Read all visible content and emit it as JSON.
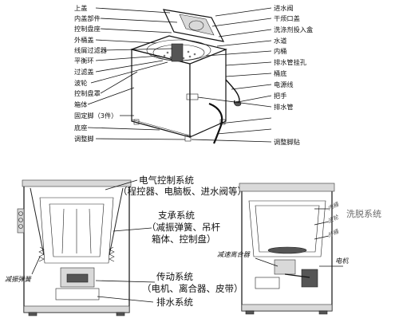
{
  "top_figure": {
    "left_labels": [
      "上盖",
      "内盖部件",
      "控制盘座",
      "外桶盖",
      "线屑过滤器",
      "平衡环",
      "过滤盖",
      "波轮",
      "控制盘罩",
      "箱体",
      "固定脚（3件）",
      "底座",
      "调整脚"
    ],
    "right_labels": [
      "进水阀",
      "干烦口盖",
      "洗涤剂投入盒",
      "水道",
      "内桶",
      "排水管挂孔",
      "桶底",
      "电源线",
      "把手",
      "排水管",
      "调整脚贴"
    ]
  },
  "bottom_left": {
    "electrical_title": "电气控制系统",
    "electrical_detail": "（程控器、电脑板、进水阀等）",
    "support_title": "支承系统",
    "support_detail_1": "（减振弹簧、吊杆",
    "support_detail_2": "箱体、控制盘）",
    "spring_label": "减振弹簧",
    "drive_title": "传动系统",
    "drive_detail": "（电机、离合器、皮带）",
    "drain_title": "排水系统"
  },
  "bottom_right": {
    "spin_title": "洗脱系统",
    "inner_tub": "内桶",
    "impeller": "波轮",
    "outer_tub": "外桶",
    "clutch_label": "减速离合器",
    "motor_label": "电机"
  }
}
